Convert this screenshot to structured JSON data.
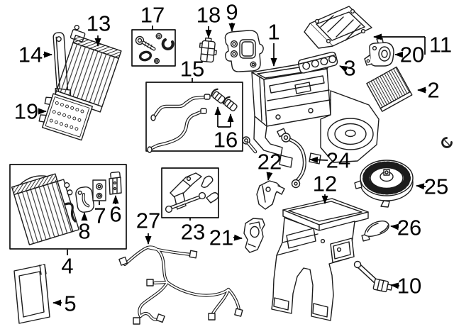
{
  "diagram": {
    "background": "#ffffff",
    "line_color": "#1c1c1c",
    "label_color": "#000000"
  },
  "callouts": [
    {
      "label": "1"
    },
    {
      "label": "2"
    },
    {
      "label": "3"
    },
    {
      "label": "4"
    },
    {
      "label": "5"
    },
    {
      "label": "6"
    },
    {
      "label": "7"
    },
    {
      "label": "8"
    },
    {
      "label": "9"
    },
    {
      "label": "10"
    },
    {
      "label": "11"
    },
    {
      "label": "12"
    },
    {
      "label": "13"
    },
    {
      "label": "14"
    },
    {
      "label": "15"
    },
    {
      "label": "16"
    },
    {
      "label": "17"
    },
    {
      "label": "18"
    },
    {
      "label": "19"
    },
    {
      "label": "20"
    },
    {
      "label": "21"
    },
    {
      "label": "22"
    },
    {
      "label": "23"
    },
    {
      "label": "24"
    },
    {
      "label": "25"
    },
    {
      "label": "26"
    },
    {
      "label": "27"
    }
  ]
}
